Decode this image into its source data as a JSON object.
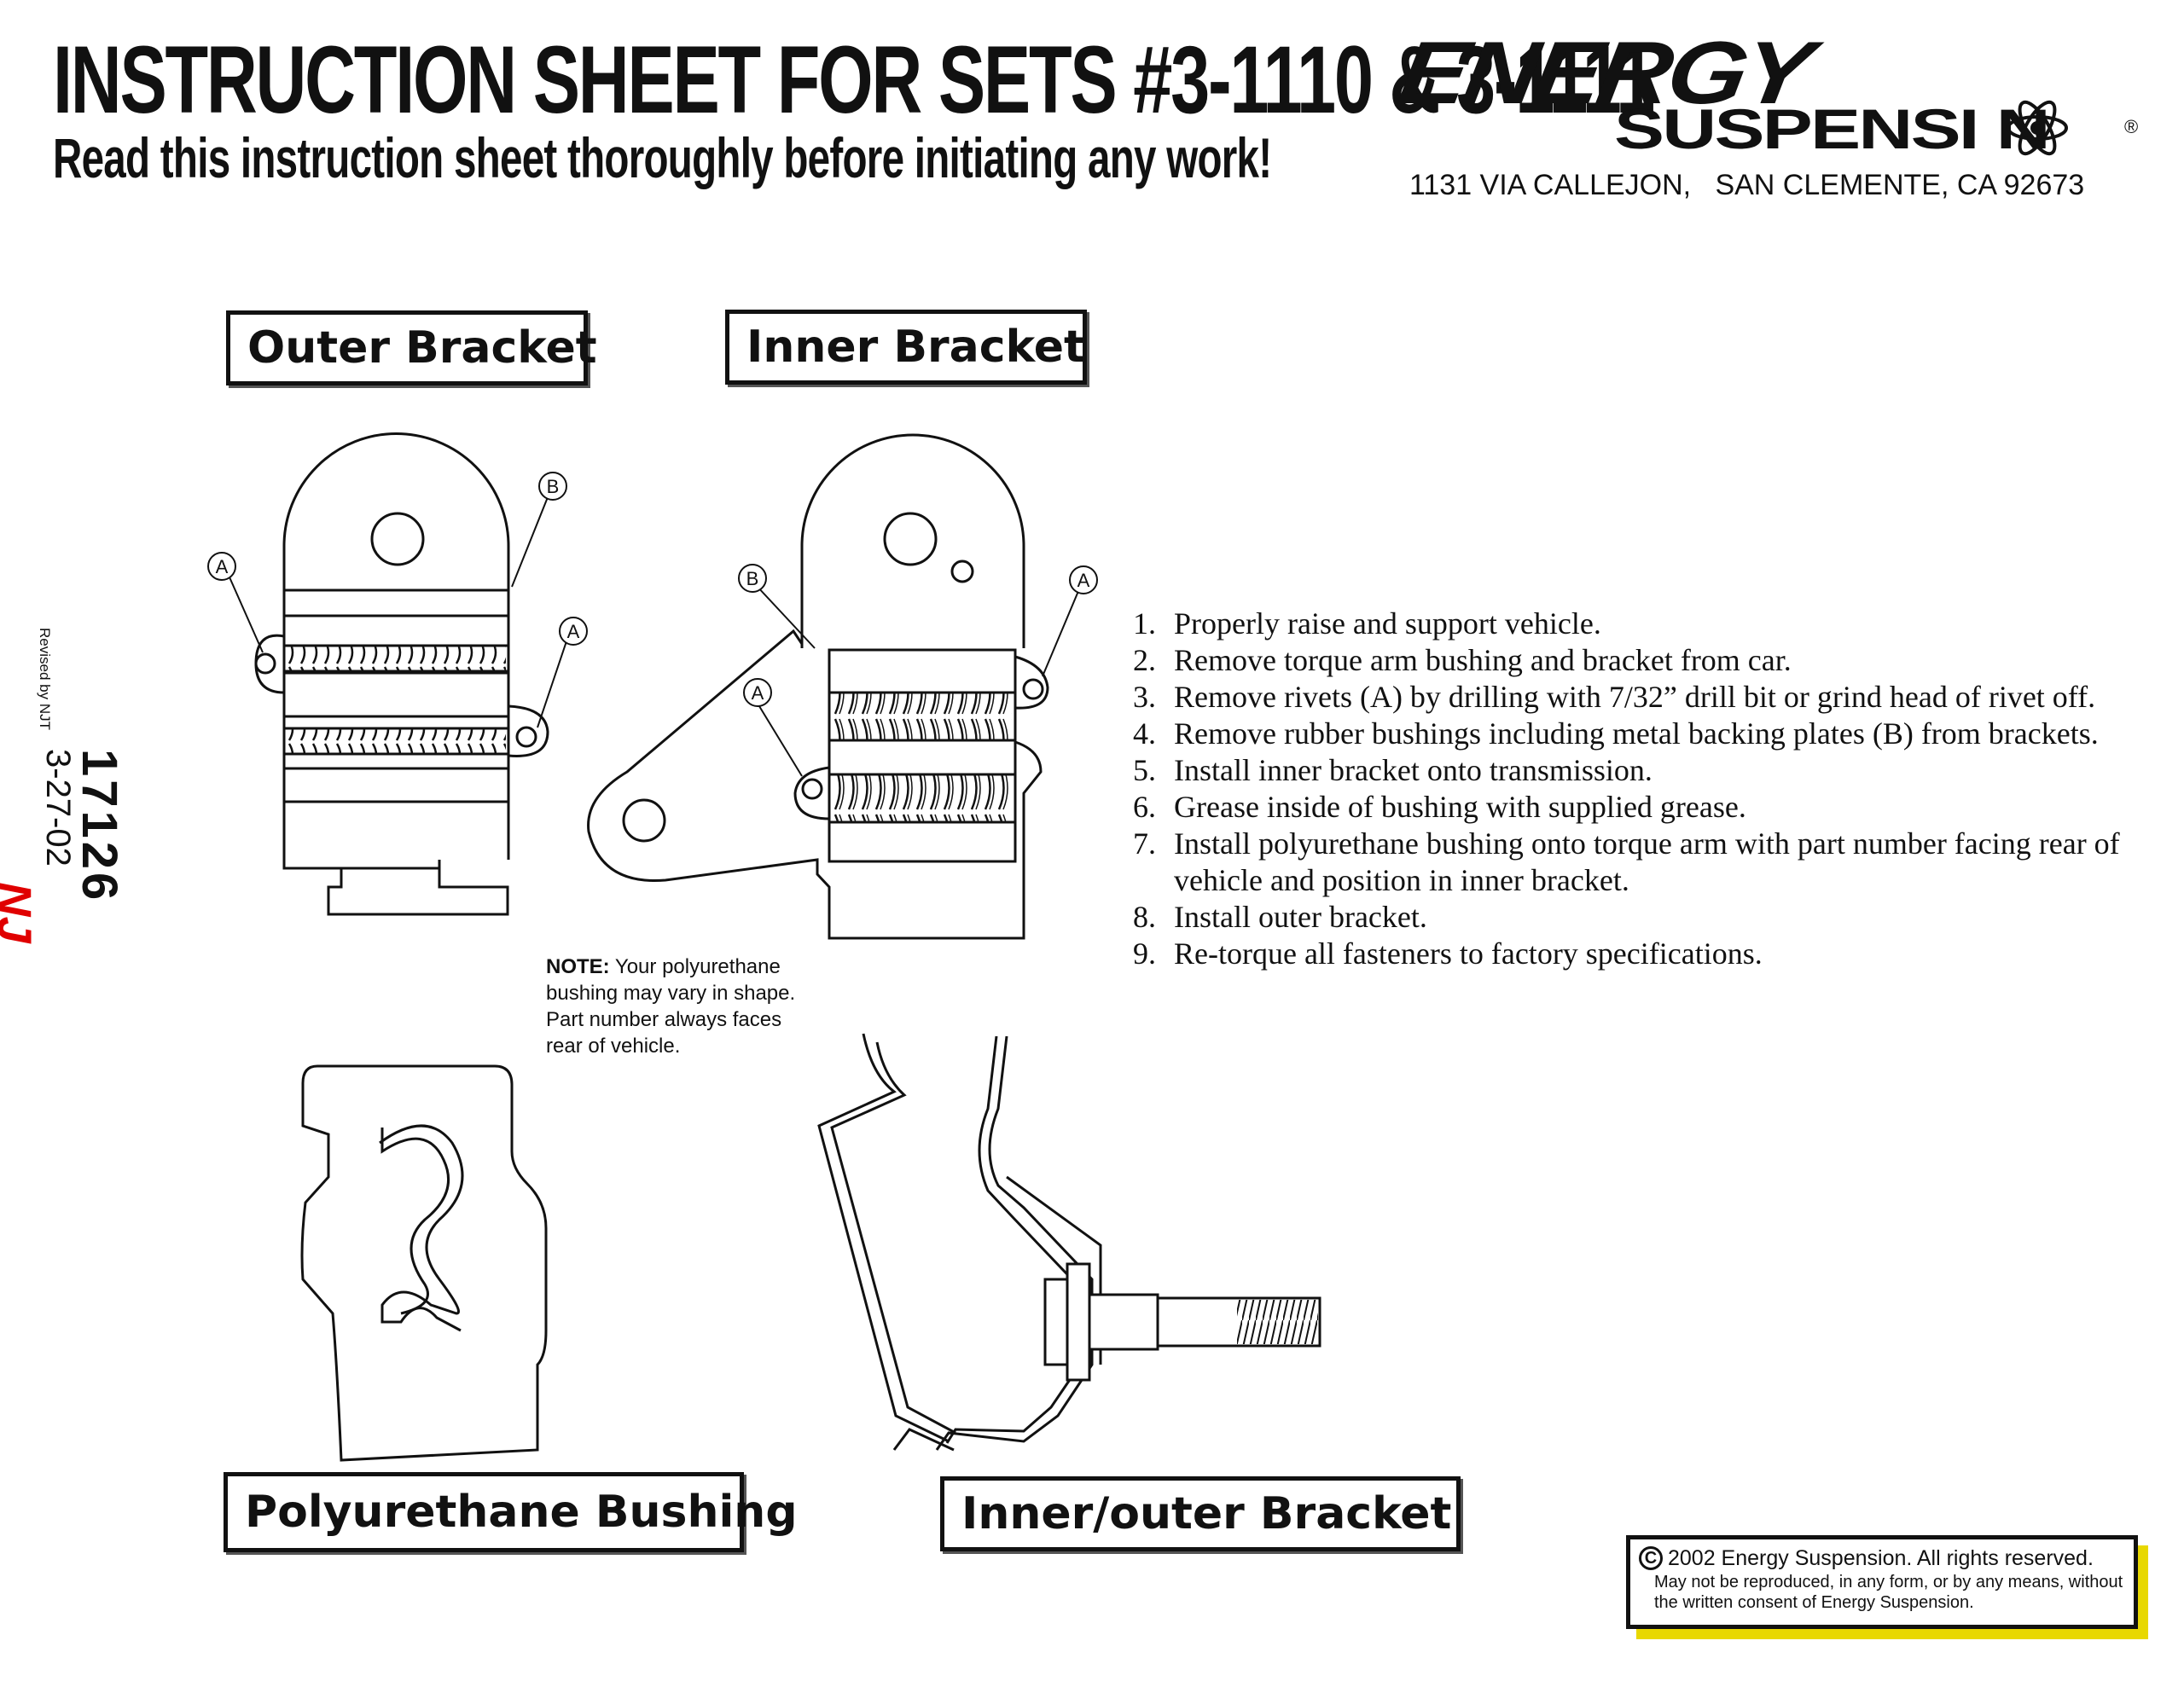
{
  "header": {
    "title": "INSTRUCTION SHEET FOR SETS #3-1110 & 3-1111",
    "subtitle": "Read this instruction sheet thoroughly before initiating any work!"
  },
  "brand": {
    "name_top": "ENERGY",
    "name_bottom": "SUSPENSI N",
    "registered": "®",
    "address": "1131 VIA CALLEJON,   SAN CLEMENTE, CA 92673"
  },
  "labels": {
    "outer_bracket": "Outer Bracket",
    "inner_bracket": "Inner Bracket",
    "polyurethane_bushing": "Polyurethane Bushing",
    "inner_outer_bracket": "Inner/outer Bracket"
  },
  "callouts": {
    "a": "A",
    "b": "B"
  },
  "note": {
    "label": "NOTE:",
    "text": " Your polyurethane bushing may vary in shape.  Part number always faces rear of vehicle."
  },
  "steps": [
    {
      "num": "1.",
      "text": "Properly raise and support vehicle."
    },
    {
      "num": "2.",
      "text": "Remove torque arm bushing and bracket from car."
    },
    {
      "num": "3.",
      "text": "Remove rivets (A) by drilling with 7/32” drill bit or grind head of rivet off."
    },
    {
      "num": "4.",
      "text": "Remove rubber bushings including metal backing plates (B) from brackets."
    },
    {
      "num": "5.",
      "text": "Install inner bracket onto transmission."
    },
    {
      "num": "6.",
      "text": "Grease inside of bushing with supplied grease."
    },
    {
      "num": "7.",
      "text": "Install polyurethane bushing onto torque arm with part number facing rear of vehicle and position in inner bracket."
    },
    {
      "num": "8.",
      "text": "Install outer bracket."
    },
    {
      "num": "9.",
      "text": "Re-torque all fasteners to factory specifications."
    }
  ],
  "side": {
    "revised": "Revised by NJT",
    "code": "17126",
    "date": "3-27-02",
    "initials": "NJ"
  },
  "copyright": {
    "symbol": "C",
    "line1": "2002 Energy Suspension. All rights reserved.",
    "line2": "May not be reproduced, in any form, or by any means, without the written consent of Energy Suspension."
  }
}
